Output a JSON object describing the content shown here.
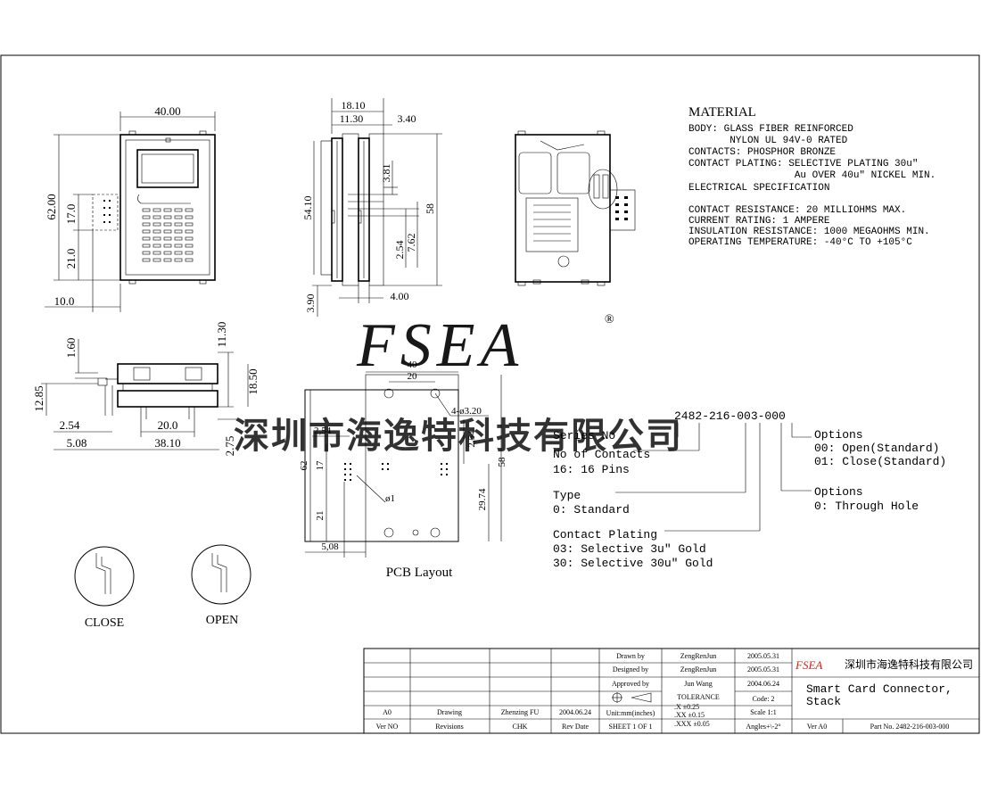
{
  "dims_front": {
    "width": "40.00",
    "height": "62.00",
    "upper": "17.0",
    "lower": "21.0",
    "left": "10.0"
  },
  "dims_side": {
    "total": "18.10",
    "part_a": "11.30",
    "part_b": "3.40",
    "body": "54.10",
    "h1": "3.81",
    "h2": "58",
    "pin_a": "2.54",
    "pin_b": "7.62",
    "bottom": "3.90",
    "depth": "4.00"
  },
  "dims_bottom": {
    "top": "11.30",
    "a": "1.60",
    "b": "12.85",
    "c": "18.50",
    "pitch": "2.54",
    "center": "20.0",
    "offset": "5.08",
    "span": "38.10",
    "d": "2.75"
  },
  "material": {
    "title": "MATERIAL",
    "lines": [
      "BODY: GLASS FIBER REINFORCED",
      "       NYLON UL 94V-0 RATED",
      "CONTACTS: PHOSPHOR BRONZE",
      "CONTACT PLATING: SELECTIVE PLATING 30u\"",
      "                  Au OVER 40u\" NICKEL MIN.",
      "ELECTRICAL SPECIFICATION",
      "",
      "CONTACT RESISTANCE: 20 MILLIOHMS MAX.",
      "CURRENT RATING: 1 AMPERE",
      "INSULATION RESISTANCE: 1000 MEGAOHMS MIN.",
      "OPERATING TEMPERATURE: -40°C TO +105°C"
    ]
  },
  "pcb": {
    "title": "PCB Layout",
    "w": "40",
    "w2": "20",
    "holes": "4-ø3.20",
    "pitch": "2,54",
    "pitch2": "2,54",
    "h": "62",
    "h2": "58",
    "h3": "17",
    "h4": "21",
    "h5": "29.74",
    "pin": "ø1",
    "off": "5,08"
  },
  "part_number": {
    "code": "2482-216-003-000",
    "series_label": "Series No",
    "contacts_label": "No of Contacts",
    "contacts_value": "16: 16 Pins",
    "type_label": "Type",
    "type_value": "0: Standard",
    "plating_label": "Contact Plating",
    "plating_opt1": "03: Selective 3u\" Gold",
    "plating_opt2": "30: Selective 30u\" Gold",
    "options1_label": "Options",
    "options1_opt1": "00: Open(Standard)",
    "options1_opt2": "01: Close(Standard)",
    "options2_label": "Options",
    "options2_opt1": "0: Through Hole"
  },
  "states": {
    "close": "CLOSE",
    "open": "OPEN"
  },
  "watermark": {
    "brand": "FSEA",
    "reg": "®",
    "cn": "深圳市海逸特科技有限公司"
  },
  "title_block": {
    "drawn_label": "Drawn  by",
    "drawn_by": "ZengRenJun",
    "drawn_date": "2005.05.31",
    "designed_label": "Designed by",
    "designed_by": "ZengRenJun",
    "designed_date": "2005.05.31",
    "approved_label": "Approved by",
    "approved_by": "Jun Wang",
    "approved_date": "2004.06.24",
    "unit": "Unit:mm(inches)",
    "tolerance_title": "TOLERANCE",
    "tol1": ".X   ±0.25",
    "tol2": ".XX   ±0.15",
    "tol3": ".XXX ±0.05",
    "code": "Code: 2",
    "scale": "Scale 1:1",
    "angles": "Angles+\\-2°",
    "sheet": "SHEET 1 OF 1",
    "rev_ver": "A0",
    "rev_desc": "Drawing",
    "rev_chk": "Zhenzing FU",
    "rev_date": "2004.06.24",
    "h_ver": "Ver NO",
    "h_rev": "Revisions",
    "h_chk": "CHK",
    "h_date": "Rev Date",
    "logo": "FSEA",
    "company": "深圳市海逸特科技有限公司",
    "product_line1": "Smart Card Connector,",
    "product_line2": "Stack",
    "ver": "Ver A0",
    "part_no": "Part No. 2482-216-003-000"
  }
}
